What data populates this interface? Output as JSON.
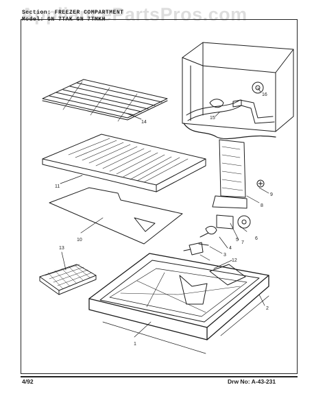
{
  "header": {
    "section_line": "Section:  FREEZER COMPARTMENT",
    "model_line": "Model: GN  7TAK  GN 7TMKH"
  },
  "watermark": {
    "text": "AppliancePartsPros.com"
  },
  "callouts": {
    "c1": "1",
    "c2": "2",
    "c3": "3",
    "c4": "4",
    "c5": "5",
    "c6": "6",
    "c7": "7",
    "c8": "8",
    "c9": "9",
    "c10": "10",
    "c11": "11",
    "c12": "12",
    "c13": "13",
    "c14": "14",
    "c15": "15",
    "c16": "16"
  },
  "footer": {
    "date": "4/92",
    "drawing_number": "Drw No:  A-43-231"
  },
  "colors": {
    "ink": "#1a1a1a",
    "watermark": "#969696",
    "background": "#ffffff"
  }
}
